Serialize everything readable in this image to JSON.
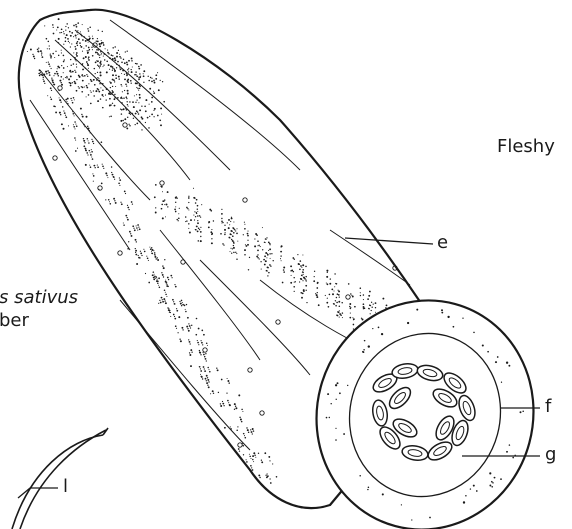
{
  "title_partial": "Fleshy",
  "caption": {
    "line1": "s sativus",
    "line2": "ber"
  },
  "labels": {
    "e": "e",
    "f": "f",
    "g": "g",
    "l": "l"
  },
  "colors": {
    "ink": "#1a1a1a",
    "background": "#ffffff"
  }
}
